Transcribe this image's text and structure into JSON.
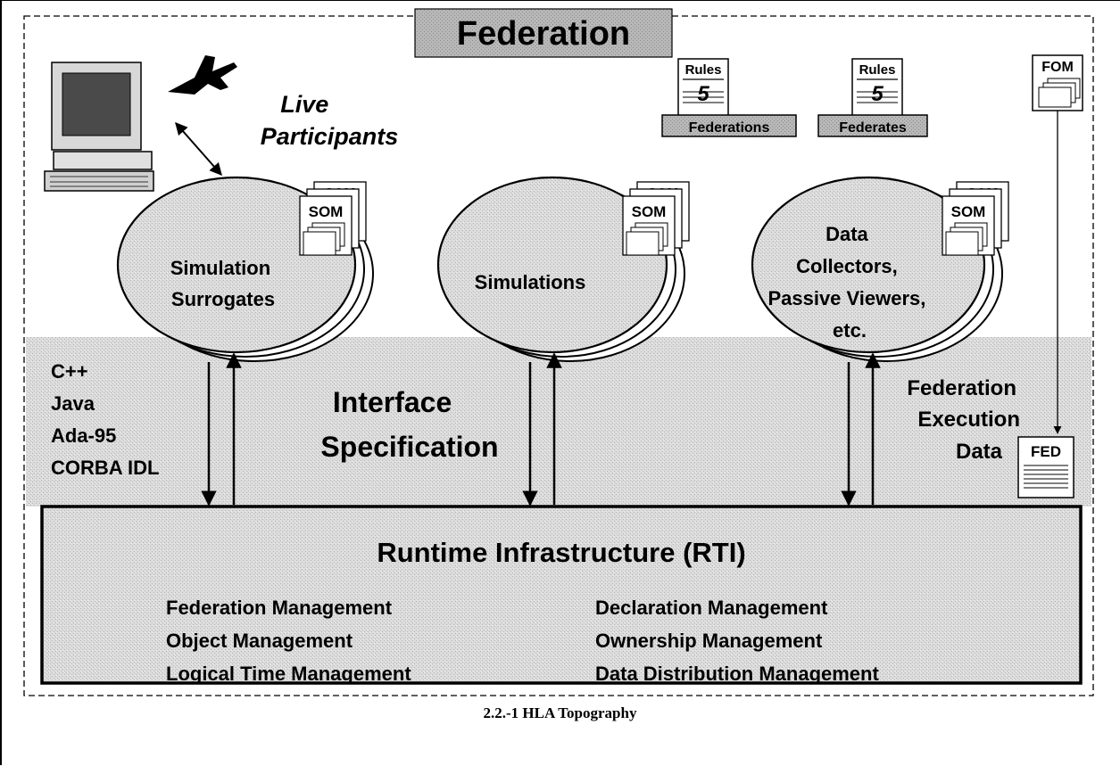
{
  "title": "Federation",
  "live_participants": [
    "Live",
    "Participants"
  ],
  "rules": [
    {
      "label": "Rules",
      "number": "5",
      "tag": "Federations"
    },
    {
      "label": "Rules",
      "number": "5",
      "tag": "Federates"
    }
  ],
  "fom_label": "FOM",
  "som_label": "SOM",
  "federates": [
    {
      "lines": [
        "Simulation",
        "Surrogates"
      ]
    },
    {
      "lines": [
        "Simulations"
      ]
    },
    {
      "lines": [
        "Data",
        "Collectors,",
        "Passive Viewers,",
        "etc."
      ]
    }
  ],
  "languages": [
    "C++",
    "Java",
    "Ada-95",
    "CORBA IDL"
  ],
  "interface_spec": [
    "Interface",
    "Specification"
  ],
  "fed_exec": [
    "Federation",
    "Execution",
    "Data"
  ],
  "fed_label": "FED",
  "rti": {
    "title": "Runtime Infrastructure (RTI)",
    "services_left": [
      "Federation Management",
      "Object Management",
      "Logical Time Management"
    ],
    "services_right": [
      "Declaration Management",
      "Ownership Management",
      "Data Distribution Management"
    ]
  },
  "caption": "2.2.-1 HLA Topography"
}
